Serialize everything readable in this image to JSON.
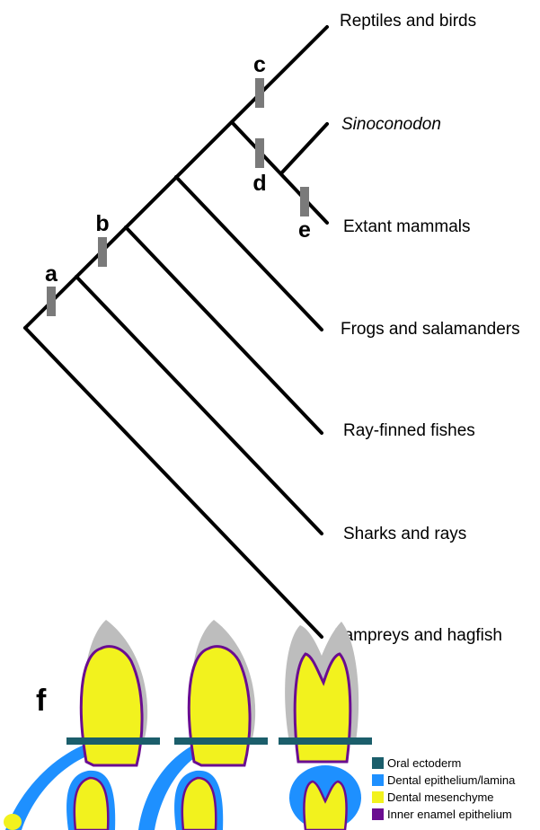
{
  "tree": {
    "taxa": [
      {
        "id": "reptiles",
        "label": "Reptiles and birds",
        "italic": false
      },
      {
        "id": "sinoconodon",
        "label": "Sinoconodon",
        "italic": true
      },
      {
        "id": "mammals",
        "label": "Extant mammals",
        "italic": false
      },
      {
        "id": "frogs",
        "label": "Frogs and salamanders",
        "italic": false
      },
      {
        "id": "rayfinned",
        "label": "Ray-finned fishes",
        "italic": false
      },
      {
        "id": "sharks",
        "label": "Sharks and rays",
        "italic": false
      },
      {
        "id": "lampreys",
        "label": "Lampreys and hagfish",
        "italic": false
      }
    ],
    "markers": [
      "a",
      "b",
      "c",
      "d",
      "e"
    ],
    "colors": {
      "branch": "#000000",
      "marker_bar": "#7a7a7a"
    }
  },
  "panel_f": {
    "label": "f",
    "legend": [
      {
        "label": "Oral ectoderm",
        "color": "#1b5e6b"
      },
      {
        "label": "Dental epithelium/lamina",
        "color": "#1e90ff"
      },
      {
        "label": "Dental mesenchyme",
        "color": "#f2f21e"
      },
      {
        "label": "Inner enamel epithelium",
        "color": "#6a0d91"
      }
    ],
    "colors": {
      "enamel_cap": "#bdbdbd",
      "dentin_layer": "#e8604a"
    }
  }
}
